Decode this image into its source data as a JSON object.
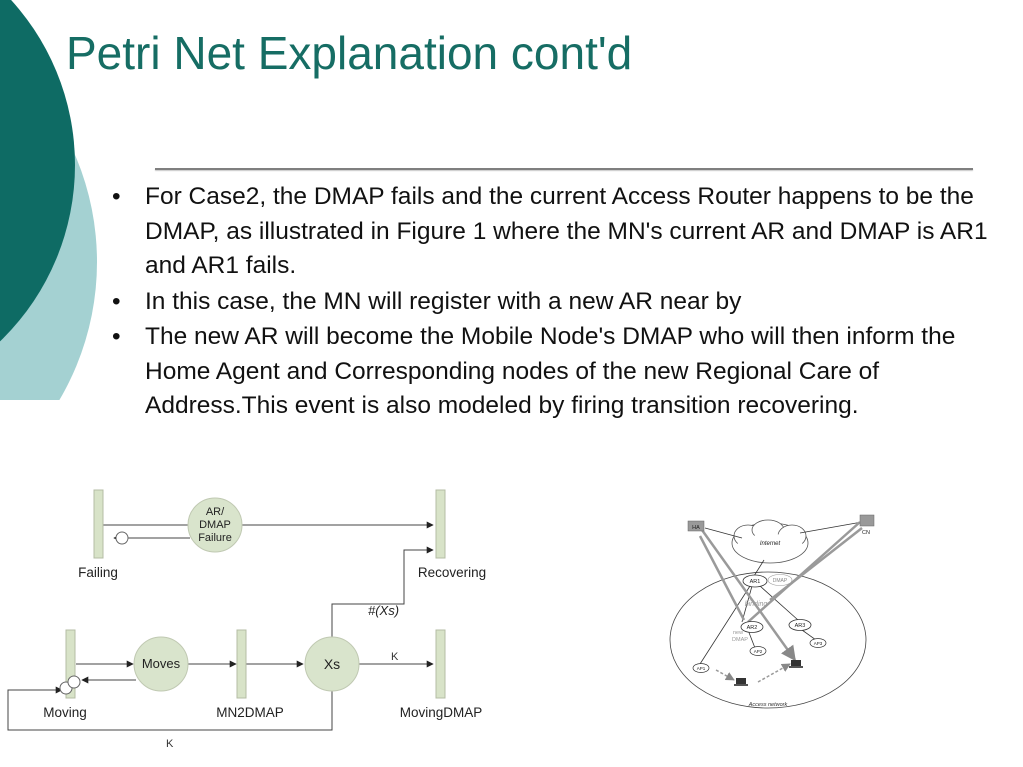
{
  "slide": {
    "title": "Petri Net Explanation cont'd",
    "bullets": [
      "For Case2, the DMAP fails and the current Access Router happens to be the DMAP, as illustrated in Figure 1 where the MN's current AR and DMAP is AR1 and AR1 fails.",
      "In this case, the MN will register with a new AR near by",
      "The new AR  will become the Mobile Node's DMAP who will then inform the Home Agent and Corresponding nodes of the new Regional Care of Address.This event is also modeled by firing transition recovering."
    ],
    "bullet_glyph": "•"
  },
  "theme": {
    "title_color": "#166d64",
    "dark_teal": "#0e6b64",
    "light_teal": "#a4d1d2",
    "node_fill": "#d9e4cc"
  },
  "petri_net": {
    "place_ar_dmap_failure": [
      "AR/",
      "DMAP",
      "Failure"
    ],
    "place_moves": "Moves",
    "place_xs": "Xs",
    "transition_failing": "Failing",
    "transition_recovering": "Recovering",
    "transition_moving": "Moving",
    "transition_mn2dmap": "MN2DMAP",
    "transition_movingdmap": "MovingDMAP",
    "arc_xs_recovering": "#(Xs)",
    "arc_xs_movingdmap": "K",
    "arc_bottom": "K"
  },
  "network_figure": {
    "ha": "HA",
    "cn": "CN",
    "internet": "Internet",
    "ar1": "AR1",
    "dmap": "DMAP",
    "binding": "binding",
    "ar2": "AR2",
    "ar3": "AR3",
    "new": "new",
    "new_dmap": "DMAP",
    "ap1": "AP1",
    "ap2": "AP2",
    "ap3": "AP3",
    "access_network": "Access network"
  }
}
